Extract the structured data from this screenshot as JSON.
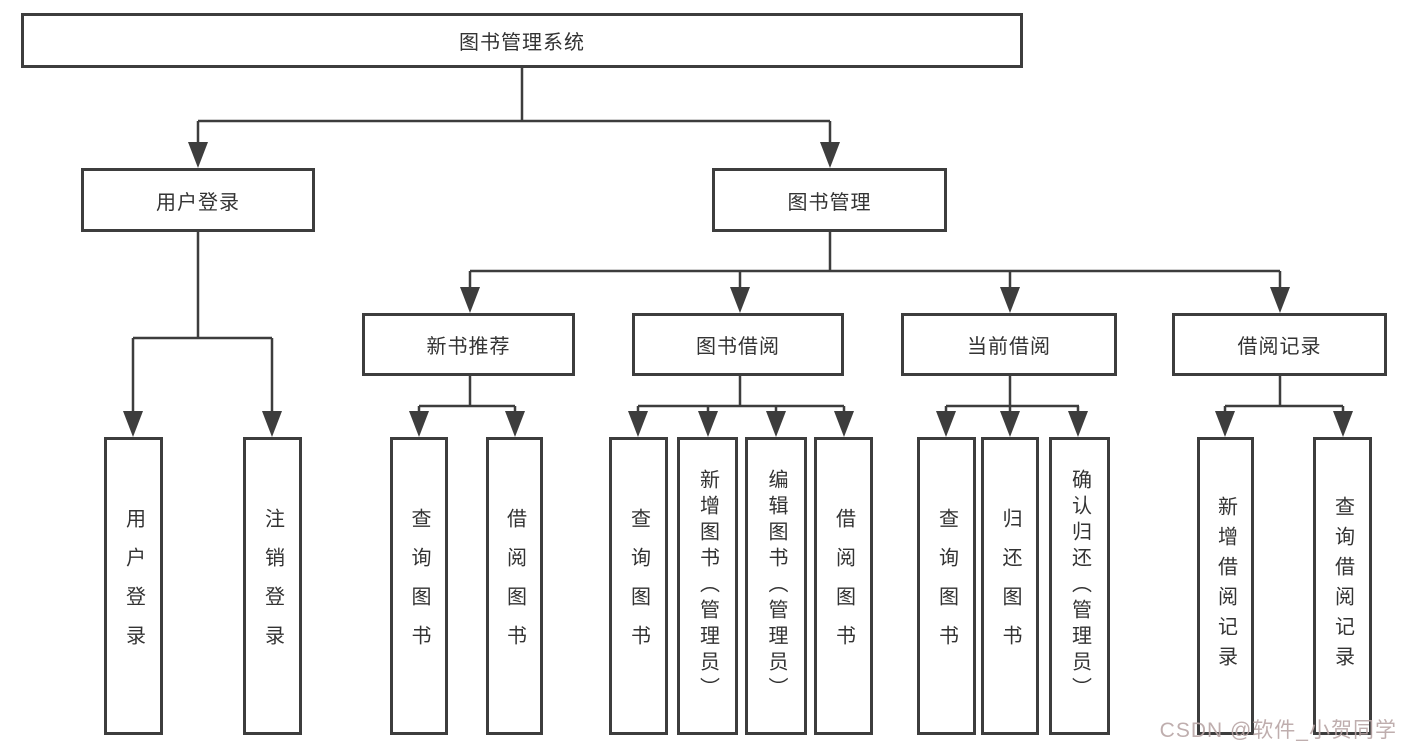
{
  "colors": {
    "box_border": "#3d3d3d",
    "connector_line": "#3d3d3d",
    "text": "#333333",
    "watermark": "#b9a6a6",
    "background": "#ffffff"
  },
  "nodes": {
    "root": {
      "label": "图书管理系统"
    },
    "user_login": {
      "label": "用户登录",
      "children": {
        "login": {
          "label": "用户登录"
        },
        "logout": {
          "label": "注销登录"
        }
      }
    },
    "book_mgmt": {
      "label": "图书管理",
      "children": {
        "new_book_rec": {
          "label": "新书推荐",
          "children": {
            "query_books": {
              "label": "查询图书"
            },
            "borrow_books": {
              "label": "借阅图书"
            }
          }
        },
        "book_borrow": {
          "label": "图书借阅",
          "children": {
            "query_books": {
              "label": "查询图书"
            },
            "add_books": {
              "label": "新增图书（管理员）"
            },
            "edit_books": {
              "label": "编辑图书（管理员）"
            },
            "borrow_books": {
              "label": "借阅图书"
            }
          }
        },
        "current_borrow": {
          "label": "当前借阅",
          "children": {
            "query_books": {
              "label": "查询图书"
            },
            "return_books": {
              "label": "归还图书"
            },
            "confirm_return": {
              "label": "确认归还（管理员）"
            }
          }
        },
        "borrow_records": {
          "label": "借阅记录",
          "children": {
            "add_record": {
              "label": "新增借阅记录"
            },
            "query_record": {
              "label": "查询借阅记录"
            }
          }
        }
      }
    }
  },
  "watermark": {
    "text": "CSDN @软件_小贺同学"
  }
}
